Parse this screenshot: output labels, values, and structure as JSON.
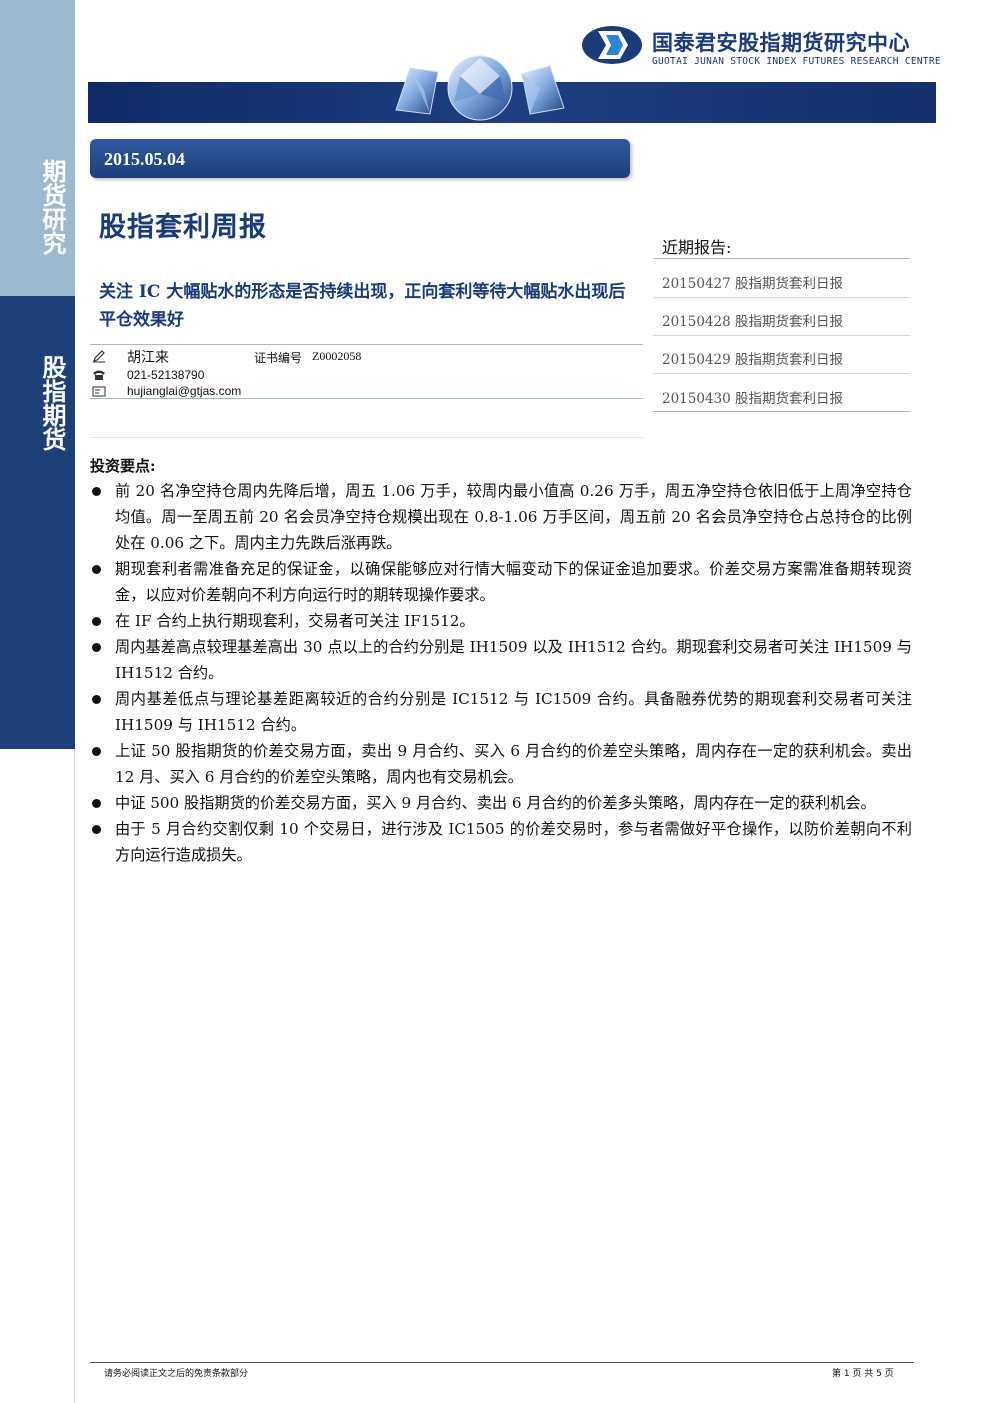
{
  "sidebar": {
    "top_label": "期货研究",
    "mid_label": "股指期货"
  },
  "header": {
    "company_cn": "国泰君安股指期货研究中心",
    "company_en": "GUOTAI JUNAN STOCK INDEX FUTURES RESEARCH CENTRE",
    "colors": {
      "brand_blue": "#1c3a78",
      "banner": "#142f6c"
    }
  },
  "report": {
    "date": "2015.05.04",
    "title": "股指套利周报",
    "subtitle": "关注 IC 大幅贴水的形态是否持续出现，正向套利等待大幅贴水出现后平仓效果好"
  },
  "author": {
    "name": "胡江来",
    "cert_label": "证书编号",
    "cert_no": "Z0002058",
    "phone": "021-52138790",
    "email": "hujianglai@gtjas.com"
  },
  "recent": {
    "heading": "近期报告:",
    "items": [
      "20150427 股指期货套利日报",
      "20150428 股指期货套利日报",
      "20150429 股指期货套利日报",
      "20150430 股指期货套利日报"
    ]
  },
  "key_points": {
    "heading": "投资要点:",
    "items": [
      "前 20 名净空持仓周内先降后增，周五 1.06 万手，较周内最小值高 0.26 万手，周五净空持仓依旧低于上周净空持仓均值。周一至周五前 20 名会员净空持仓规模出现在 0.8-1.06 万手区间，周五前 20 名会员净空持仓占总持仓的比例处在 0.06 之下。周内主力先跌后涨再跌。",
      "期现套利者需准备充足的保证金，以确保能够应对行情大幅变动下的保证金追加要求。价差交易方案需准备期转现资金，以应对价差朝向不利方向运行时的期转现操作要求。",
      "在 IF 合约上执行期现套利，交易者可关注 IF1512。",
      "周内基差高点较理基差高出 30 点以上的合约分别是 IH1509 以及 IH1512 合约。期现套利交易者可关注 IH1509 与 IH1512 合约。",
      "周内基差低点与理论基差距离较近的合约分别是 IC1512 与 IC1509 合约。具备融券优势的期现套利交易者可关注 IH1509 与 IH1512 合约。",
      "上证 50 股指期货的价差交易方面，卖出 9 月合约、买入 6 月合约的价差空头策略，周内存在一定的获利机会。卖出 12 月、买入 6 月合约的价差空头策略，周内也有交易机会。",
      "中证 500 股指期货的价差交易方面，买入 9 月合约、卖出 6 月合约的价差多头策略，周内存在一定的获利机会。",
      "由于 5 月合约交割仅剩 10 个交易日，进行涉及 IC1505 的价差交易时，参与者需做好平仓操作，以防价差朝向不利方向运行造成损失。"
    ]
  },
  "footer": {
    "disclaimer": "请务必阅读正文之后的免责条款部分",
    "page": "第 1 页 共 5 页"
  }
}
